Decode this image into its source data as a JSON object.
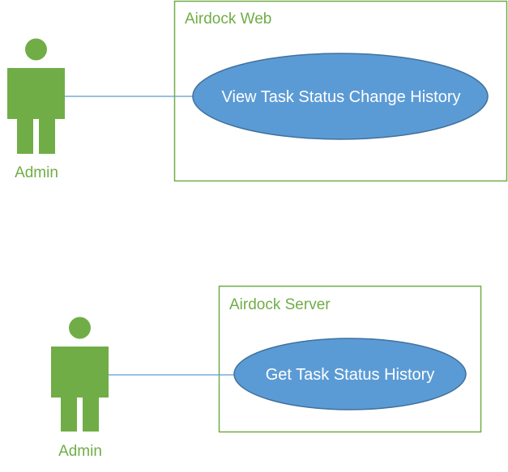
{
  "colors": {
    "actor": "#70ad47",
    "boundary": "#70ad47",
    "usecase_fill": "#5b9bd5",
    "usecase_border": "#41719c",
    "association": "#5b9bd5",
    "usecase_text": "#ffffff"
  },
  "diagrams": [
    {
      "system": {
        "title": "Airdock Web"
      },
      "actor": {
        "label": "Admin",
        "icon": "person-icon"
      },
      "usecase": {
        "label": "View Task Status Change History"
      }
    },
    {
      "system": {
        "title": "Airdock Server"
      },
      "actor": {
        "label": "Admin",
        "icon": "person-icon"
      },
      "usecase": {
        "label": "Get Task Status History"
      }
    }
  ]
}
